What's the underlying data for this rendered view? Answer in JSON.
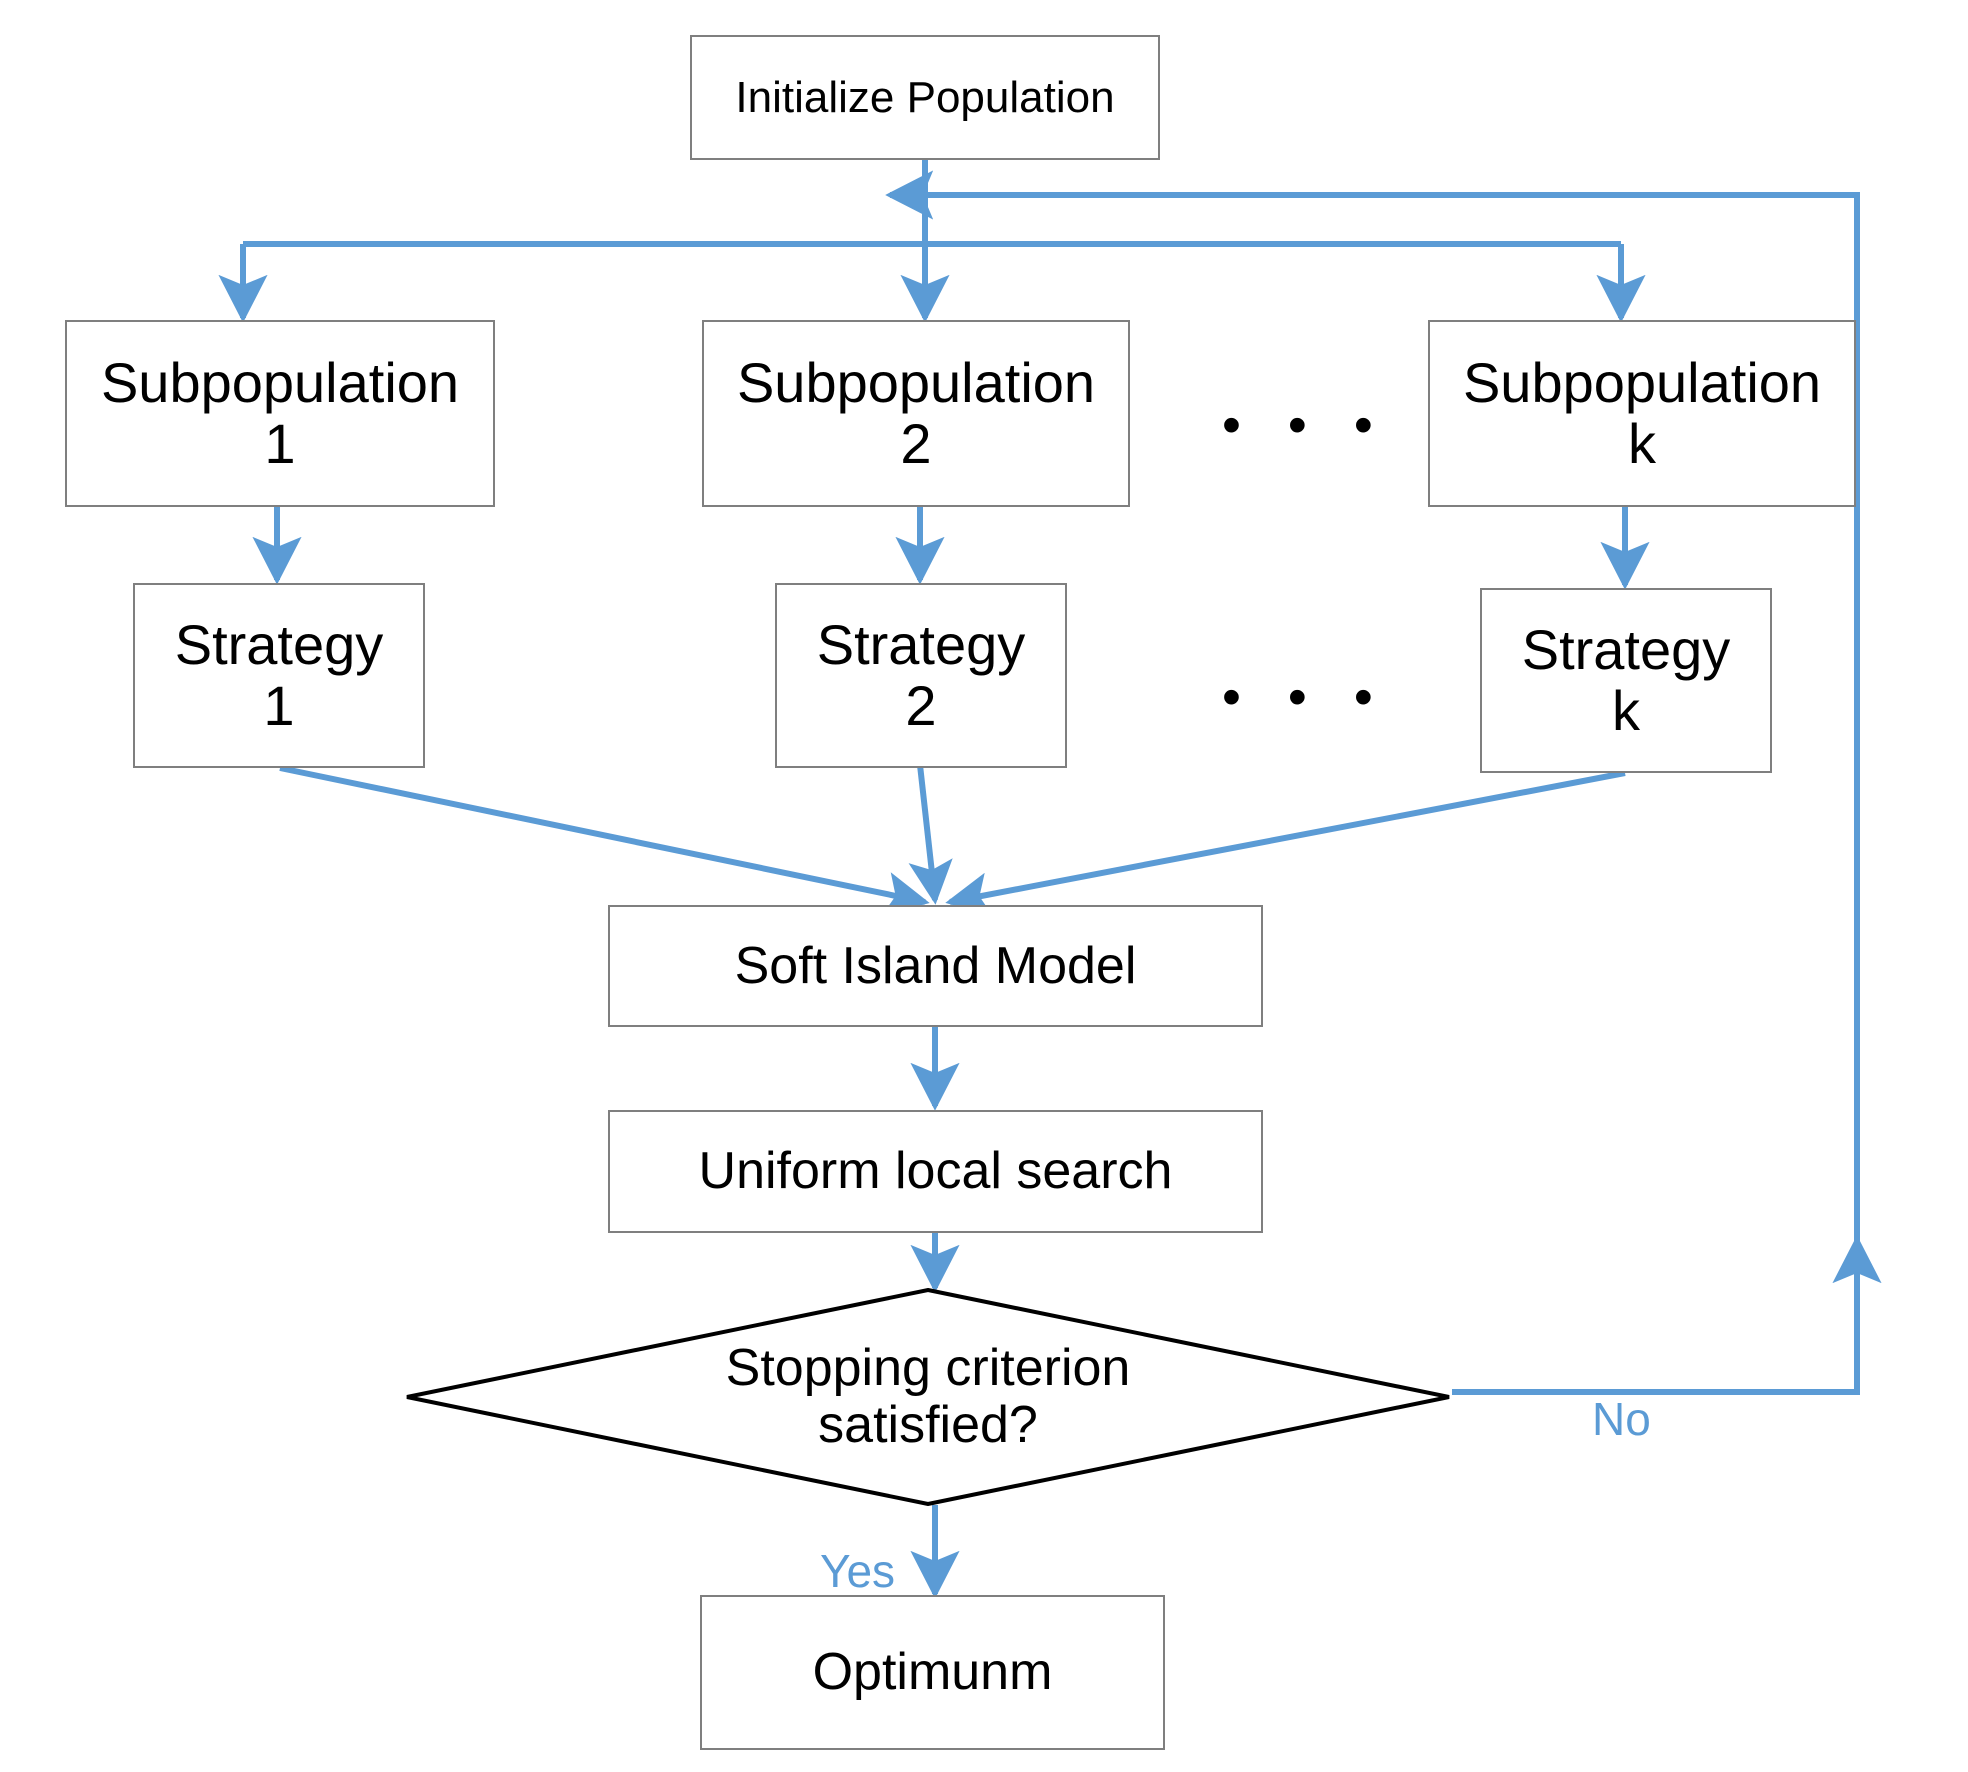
{
  "diagram": {
    "title": "Multi-population evolutionary algorithm flowchart",
    "accent_color": "#5B9BD5",
    "node_border_color": "#7F7F7F",
    "text_color": "#000000",
    "background_color": "#FFFFFF"
  },
  "nodes": {
    "initialize_population": {
      "label": "Initialize Population",
      "shape": "rectangle"
    },
    "subpopulation_1": {
      "label": "Subpopulation\n1",
      "shape": "rectangle"
    },
    "subpopulation_2": {
      "label": "Subpopulation\n2",
      "shape": "rectangle"
    },
    "subpopulation_k": {
      "label": "Subpopulation\nk",
      "shape": "rectangle"
    },
    "strategy_1": {
      "label": "Strategy\n1",
      "shape": "rectangle"
    },
    "strategy_2": {
      "label": "Strategy\n2",
      "shape": "rectangle"
    },
    "strategy_k": {
      "label": "Strategy\nk",
      "shape": "rectangle"
    },
    "soft_island_model": {
      "label": "Soft Island Model",
      "shape": "rectangle"
    },
    "uniform_local_search": {
      "label": "Uniform local search",
      "shape": "rectangle"
    },
    "stopping_criterion": {
      "label": "Stopping criterion\nsatisfied?",
      "shape": "diamond"
    },
    "optimum": {
      "label": "Optimunm",
      "shape": "rectangle"
    }
  },
  "ellipsis": {
    "subpopulation_row": "• • •",
    "strategy_row": "• • •"
  },
  "edge_labels": {
    "yes": "Yes",
    "no": "No"
  },
  "edges": [
    {
      "from": "initialize_population",
      "to": "subpopulation_1",
      "label": ""
    },
    {
      "from": "initialize_population",
      "to": "subpopulation_2",
      "label": ""
    },
    {
      "from": "initialize_population",
      "to": "subpopulation_k",
      "label": ""
    },
    {
      "from": "subpopulation_1",
      "to": "strategy_1",
      "label": ""
    },
    {
      "from": "subpopulation_2",
      "to": "strategy_2",
      "label": ""
    },
    {
      "from": "subpopulation_k",
      "to": "strategy_k",
      "label": ""
    },
    {
      "from": "strategy_1",
      "to": "soft_island_model",
      "label": ""
    },
    {
      "from": "strategy_2",
      "to": "soft_island_model",
      "label": ""
    },
    {
      "from": "strategy_k",
      "to": "soft_island_model",
      "label": ""
    },
    {
      "from": "soft_island_model",
      "to": "uniform_local_search",
      "label": ""
    },
    {
      "from": "uniform_local_search",
      "to": "stopping_criterion",
      "label": ""
    },
    {
      "from": "stopping_criterion",
      "to": "optimum",
      "label": "Yes"
    },
    {
      "from": "stopping_criterion",
      "to": "initialize_population",
      "label": "No"
    }
  ]
}
